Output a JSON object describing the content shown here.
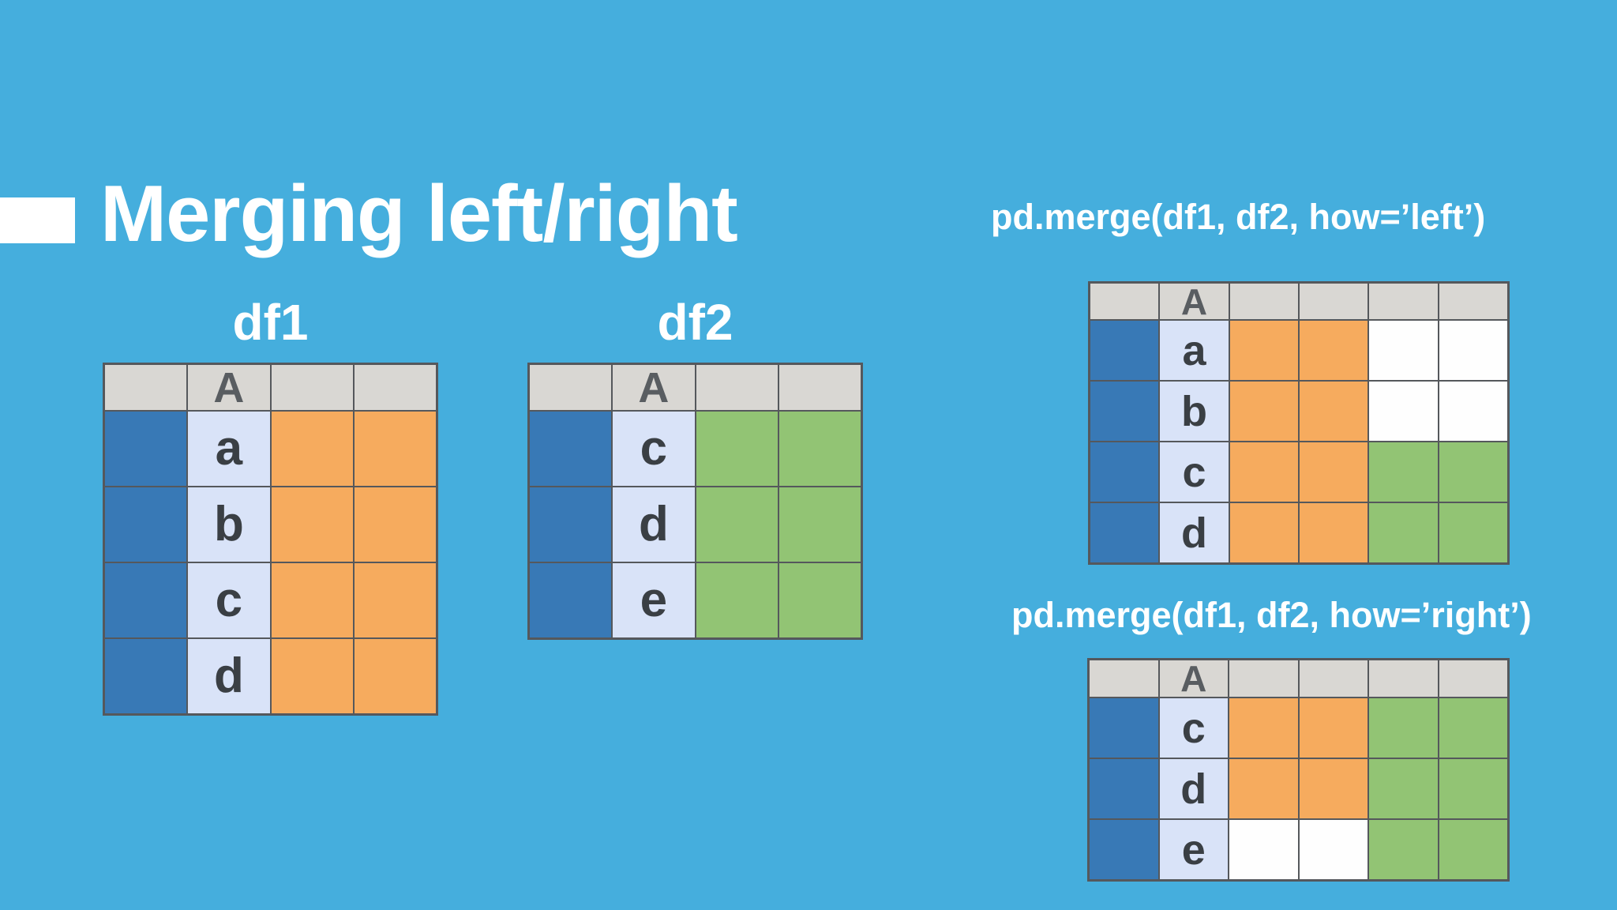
{
  "slide": {
    "title": "Merging left/right",
    "df1_label": "df1",
    "df2_label": "df2",
    "merge_left_code": "pd.merge(df1, df2, how=’left’)",
    "merge_right_code": "pd.merge(df1, df2, how=’right’)"
  },
  "colors": {
    "background": "#45AEDD",
    "title_text": "#FFFFFF",
    "accent_bar": "#FFFFFF",
    "border": "#55585C",
    "header_cell": "#D9D7D3",
    "header_text": "#595D61",
    "index_cell": "#3879B6",
    "key_cell": "#D9E3F8",
    "key_text": "#3A3F44",
    "df1_cell": "#F6AB5E",
    "df2_cell": "#92C474",
    "empty_cell": "#FEFEFE"
  },
  "legend": {
    "index": "blue index column (no label)",
    "key": "shared key column A with row labels",
    "df1": "df1 data columns (orange)",
    "df2": "df2 data columns (green)",
    "empty": "missing values after merge (white/NaN)"
  },
  "tables": {
    "df1": {
      "header": [
        "",
        "A",
        "",
        ""
      ],
      "rows": [
        {
          "key": "a",
          "cells": [
            "index",
            "key",
            "df1",
            "df1"
          ]
        },
        {
          "key": "b",
          "cells": [
            "index",
            "key",
            "df1",
            "df1"
          ]
        },
        {
          "key": "c",
          "cells": [
            "index",
            "key",
            "df1",
            "df1"
          ]
        },
        {
          "key": "d",
          "cells": [
            "index",
            "key",
            "df1",
            "df1"
          ]
        }
      ]
    },
    "df2": {
      "header": [
        "",
        "A",
        "",
        ""
      ],
      "rows": [
        {
          "key": "c",
          "cells": [
            "index",
            "key",
            "df2",
            "df2"
          ]
        },
        {
          "key": "d",
          "cells": [
            "index",
            "key",
            "df2",
            "df2"
          ]
        },
        {
          "key": "e",
          "cells": [
            "index",
            "key",
            "df2",
            "df2"
          ]
        }
      ]
    },
    "merge_left": {
      "header": [
        "",
        "A",
        "",
        "",
        "",
        ""
      ],
      "rows": [
        {
          "key": "a",
          "cells": [
            "index",
            "key",
            "df1",
            "df1",
            "empty",
            "empty"
          ]
        },
        {
          "key": "b",
          "cells": [
            "index",
            "key",
            "df1",
            "df1",
            "empty",
            "empty"
          ]
        },
        {
          "key": "c",
          "cells": [
            "index",
            "key",
            "df1",
            "df1",
            "df2",
            "df2"
          ]
        },
        {
          "key": "d",
          "cells": [
            "index",
            "key",
            "df1",
            "df1",
            "df2",
            "df2"
          ]
        }
      ]
    },
    "merge_right": {
      "header": [
        "",
        "A",
        "",
        "",
        "",
        ""
      ],
      "rows": [
        {
          "key": "c",
          "cells": [
            "index",
            "key",
            "df1",
            "df1",
            "df2",
            "df2"
          ]
        },
        {
          "key": "d",
          "cells": [
            "index",
            "key",
            "df1",
            "df1",
            "df2",
            "df2"
          ]
        },
        {
          "key": "e",
          "cells": [
            "index",
            "key",
            "empty",
            "empty",
            "df2",
            "df2"
          ]
        }
      ]
    }
  }
}
